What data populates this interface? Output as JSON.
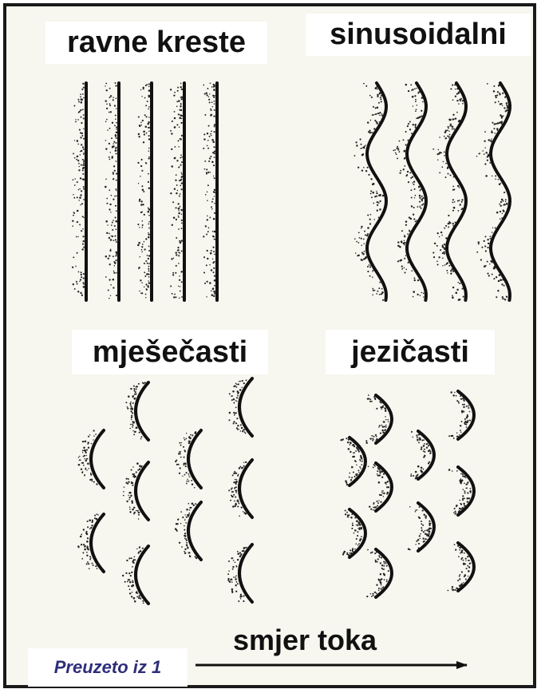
{
  "panels": {
    "straight": {
      "label": "ravne kreste"
    },
    "sinuous": {
      "label": "sinusoidalni"
    },
    "lunate": {
      "label": "mješečasti"
    },
    "linguoid": {
      "label": "jezičasti"
    }
  },
  "flow": {
    "label": "smjer toka"
  },
  "credit": {
    "text": "Preuzeto iz 1"
  },
  "colors": {
    "ink": "#111111",
    "background": "#f7f6ef",
    "credit_text": "#2e2e7a"
  }
}
